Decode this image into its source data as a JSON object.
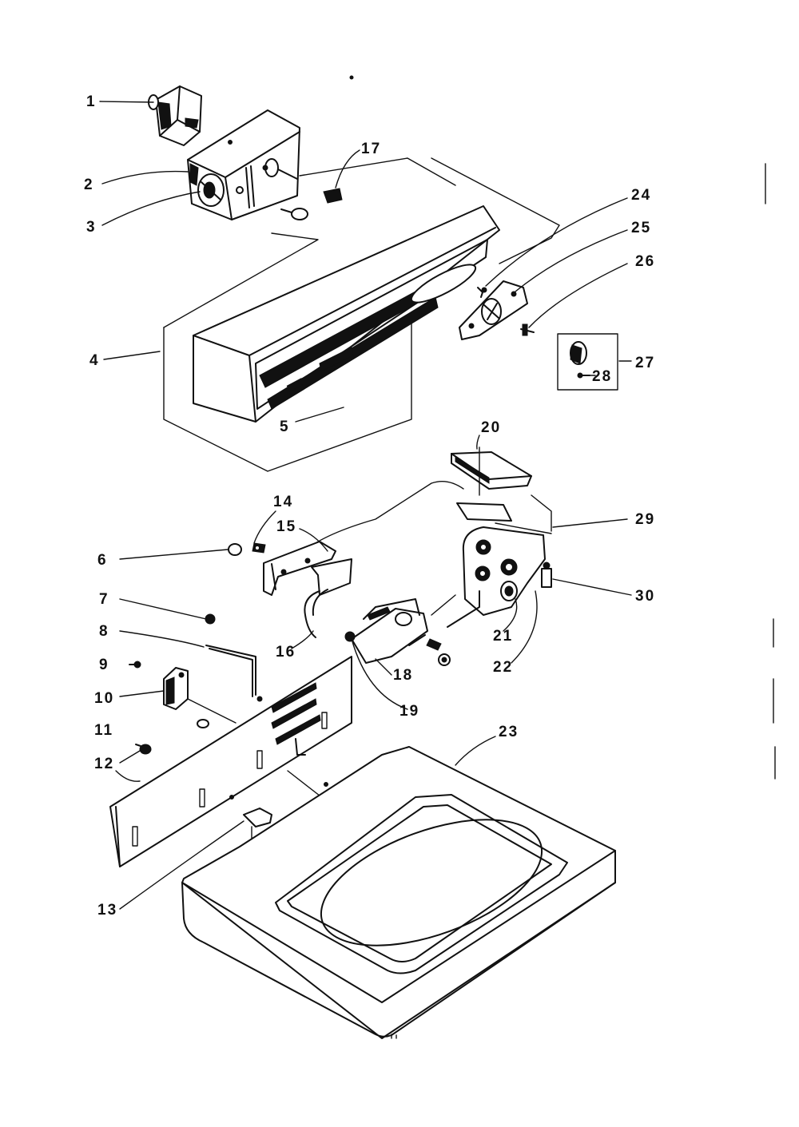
{
  "labels": {
    "p1": "1",
    "p2": "2",
    "p3": "3",
    "p4": "4",
    "p5": "5",
    "p6": "6",
    "p7": "7",
    "p8": "8",
    "p9": "9",
    "p10": "10",
    "p11": "11",
    "p12": "12",
    "p13": "13",
    "p14": "14",
    "p15": "15",
    "p16": "16",
    "p17": "17",
    "p18": "18",
    "p19": "19",
    "p20": "20",
    "p21": "21",
    "p22": "22",
    "p23": "23",
    "p24": "24",
    "p25": "25",
    "p26": "26",
    "p27": "27",
    "p28": "28",
    "p29": "29",
    "p30": "30"
  }
}
